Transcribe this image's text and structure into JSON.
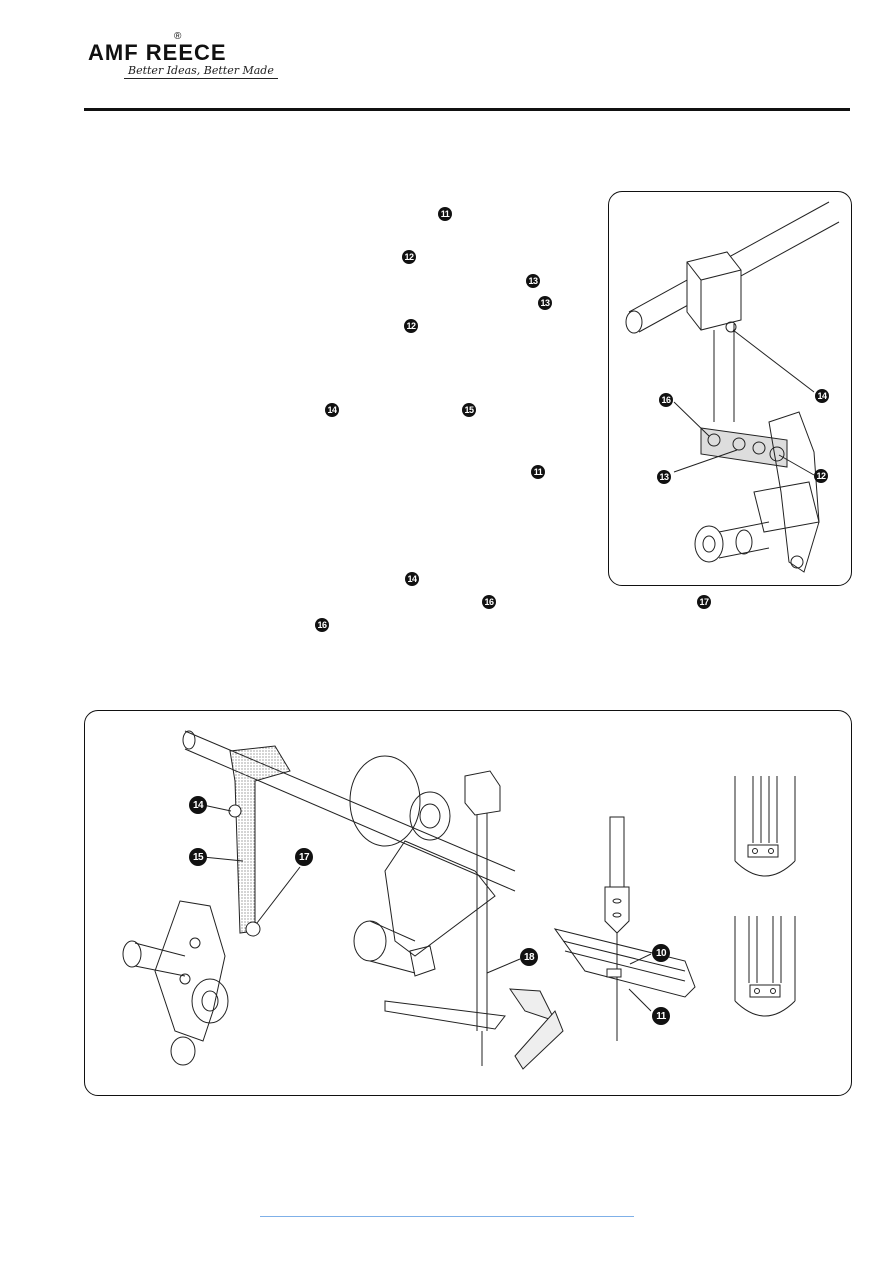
{
  "header": {
    "brand": "AMF REECE",
    "registered": "®",
    "tagline": "Better Ideas, Better Made"
  },
  "text_markers": [
    "11",
    "12",
    "13",
    "13",
    "12",
    "14",
    "15",
    "11",
    "14",
    "16",
    "17",
    "16"
  ],
  "top_figure": {
    "callouts": [
      "16",
      "14",
      "13",
      "12"
    ]
  },
  "bottom_figure": {
    "callouts": [
      "14",
      "15",
      "17",
      "18",
      "10",
      "11"
    ]
  }
}
